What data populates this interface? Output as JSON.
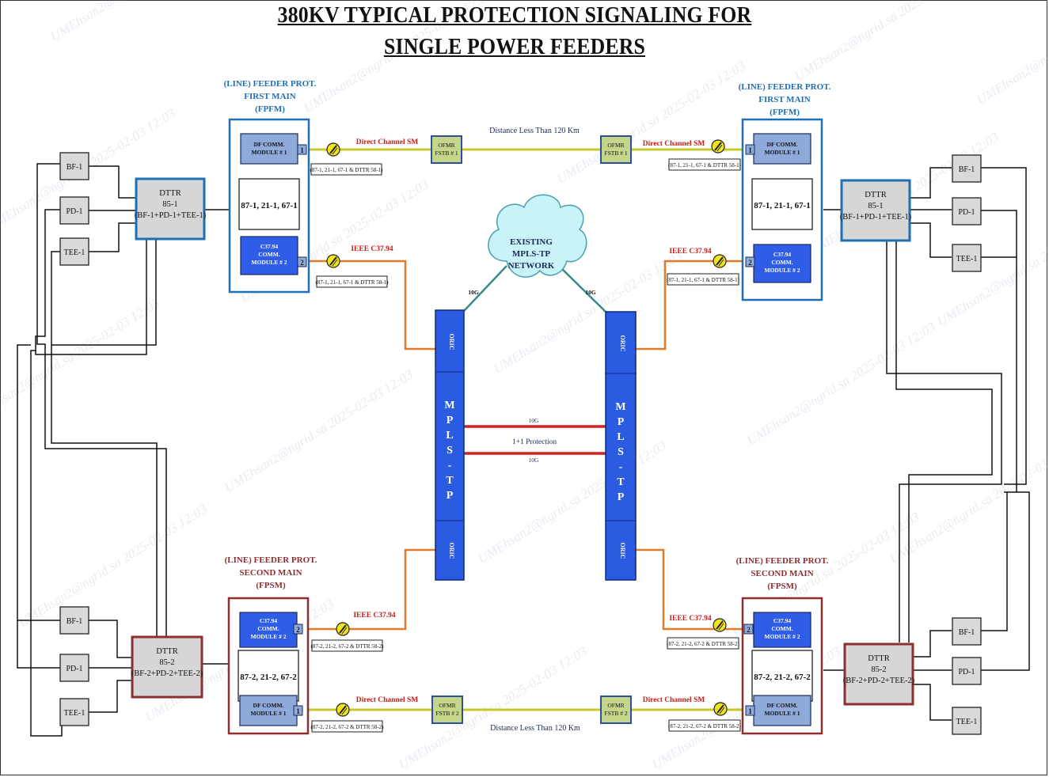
{
  "title": {
    "line1": "380KV TYPICAL PROTECTION SIGNALING FOR",
    "line2": "SINGLE POWER FEEDERS"
  },
  "watermark": "UMEhsan2@ngrid.sa 2025-02-03 12:03",
  "fppm": {
    "heading1": "(LINE) FEEDER PROT.",
    "heading2": "FIRST MAIN",
    "heading3": "(FPFM)",
    "df_module": [
      "DF COMM.",
      "MODULE # 1"
    ],
    "relays": "87-1, 21-1, 67-1",
    "c37_module": [
      "C37.94",
      "COMM.",
      "MODULE # 2"
    ],
    "port1": "1",
    "port2": "2"
  },
  "fpsm": {
    "heading1": "(LINE) FEEDER PROT.",
    "heading2": "SECOND MAIN",
    "heading3": "(FPSM)",
    "df_module": [
      "DF COMM.",
      "MODULE # 1"
    ],
    "relays": "87-2, 21-2, 67-2",
    "c37_module": [
      "C37.94",
      "COMM.",
      "MODULE # 2"
    ],
    "port1": "1",
    "port2": "2"
  },
  "dttr1": [
    "DTTR",
    "85-1",
    "(BF-1+PD-1+TEE-1)"
  ],
  "dttr2": [
    "DTTR",
    "85-2",
    "(BF-2+PD-2+TEE-2)"
  ],
  "inputs": [
    "BF-1",
    "PD-1",
    "TEE-1"
  ],
  "links": {
    "direct_sm": "Direct Channel SM",
    "ieee": "IEEE C37.94",
    "distance": "Distance Less Than 120 Km",
    "ofmr1": [
      "OFMR",
      "FSTB # 1"
    ],
    "ofmr2": [
      "OFMR",
      "FSTB # 2"
    ],
    "tag1": "(87-1, 21-1, 67-1 & DTTR 58-1)",
    "tag2": "(87-2, 21-2, 67-2 & DTTR 58-2)"
  },
  "network": {
    "cloud": [
      "EXISTING",
      "MPLS-TP",
      "NETWORK"
    ],
    "link_speed": "10G",
    "orc": "ORIC",
    "mpls": [
      "M",
      "P",
      "L",
      "S",
      "-",
      "T",
      "P"
    ],
    "protection": "1+1 Protection"
  },
  "colors": {
    "blue_border": "#1f6fb5",
    "red_border": "#8b2f2f",
    "module_light": "#8eaadb",
    "module_dark": "#2f5de8",
    "mpls_blue": "#2a5be0",
    "yellow_line": "#c8c829",
    "orange_line": "#e07b2a",
    "red_line": "#d62020",
    "teal_line": "#3a8a8a",
    "cloud_fill": "#c8f3f8"
  }
}
